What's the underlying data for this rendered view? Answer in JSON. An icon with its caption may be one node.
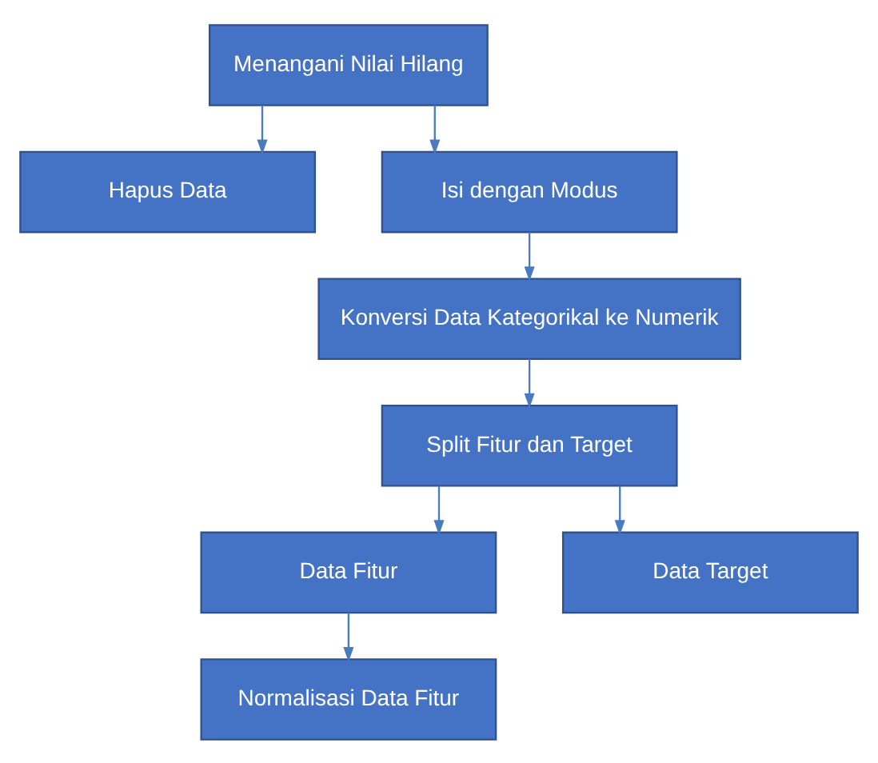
{
  "diagram": {
    "nodes": [
      {
        "text": [
          "Menangani Nilai Hilang"
        ]
      },
      {
        "text": [
          "Hapus Data"
        ]
      },
      {
        "text": [
          "Isi dengan Modus"
        ]
      },
      {
        "text": [
          "Konversi Data Kategorikal ke Numerik"
        ]
      },
      {
        "text": [
          "Split Fitur dan Target"
        ]
      },
      {
        "text": [
          "Data Fitur"
        ]
      },
      {
        "text": [
          "Data Target"
        ]
      },
      {
        "text": [
          "Normalisasi Data Fitur"
        ]
      }
    ],
    "edges": [
      {
        "from": 0,
        "to": 1,
        "arrow": "to"
      },
      {
        "from": 0,
        "to": 2,
        "arrow": "to"
      },
      {
        "from": 2,
        "to": 3,
        "arrow": "to"
      },
      {
        "from": 3,
        "to": 4,
        "arrow": "to"
      },
      {
        "from": 4,
        "to": 5,
        "arrow": "to"
      },
      {
        "from": 4,
        "to": 6,
        "arrow": "to"
      },
      {
        "from": 5,
        "to": 7,
        "arrow": "to"
      }
    ]
  }
}
